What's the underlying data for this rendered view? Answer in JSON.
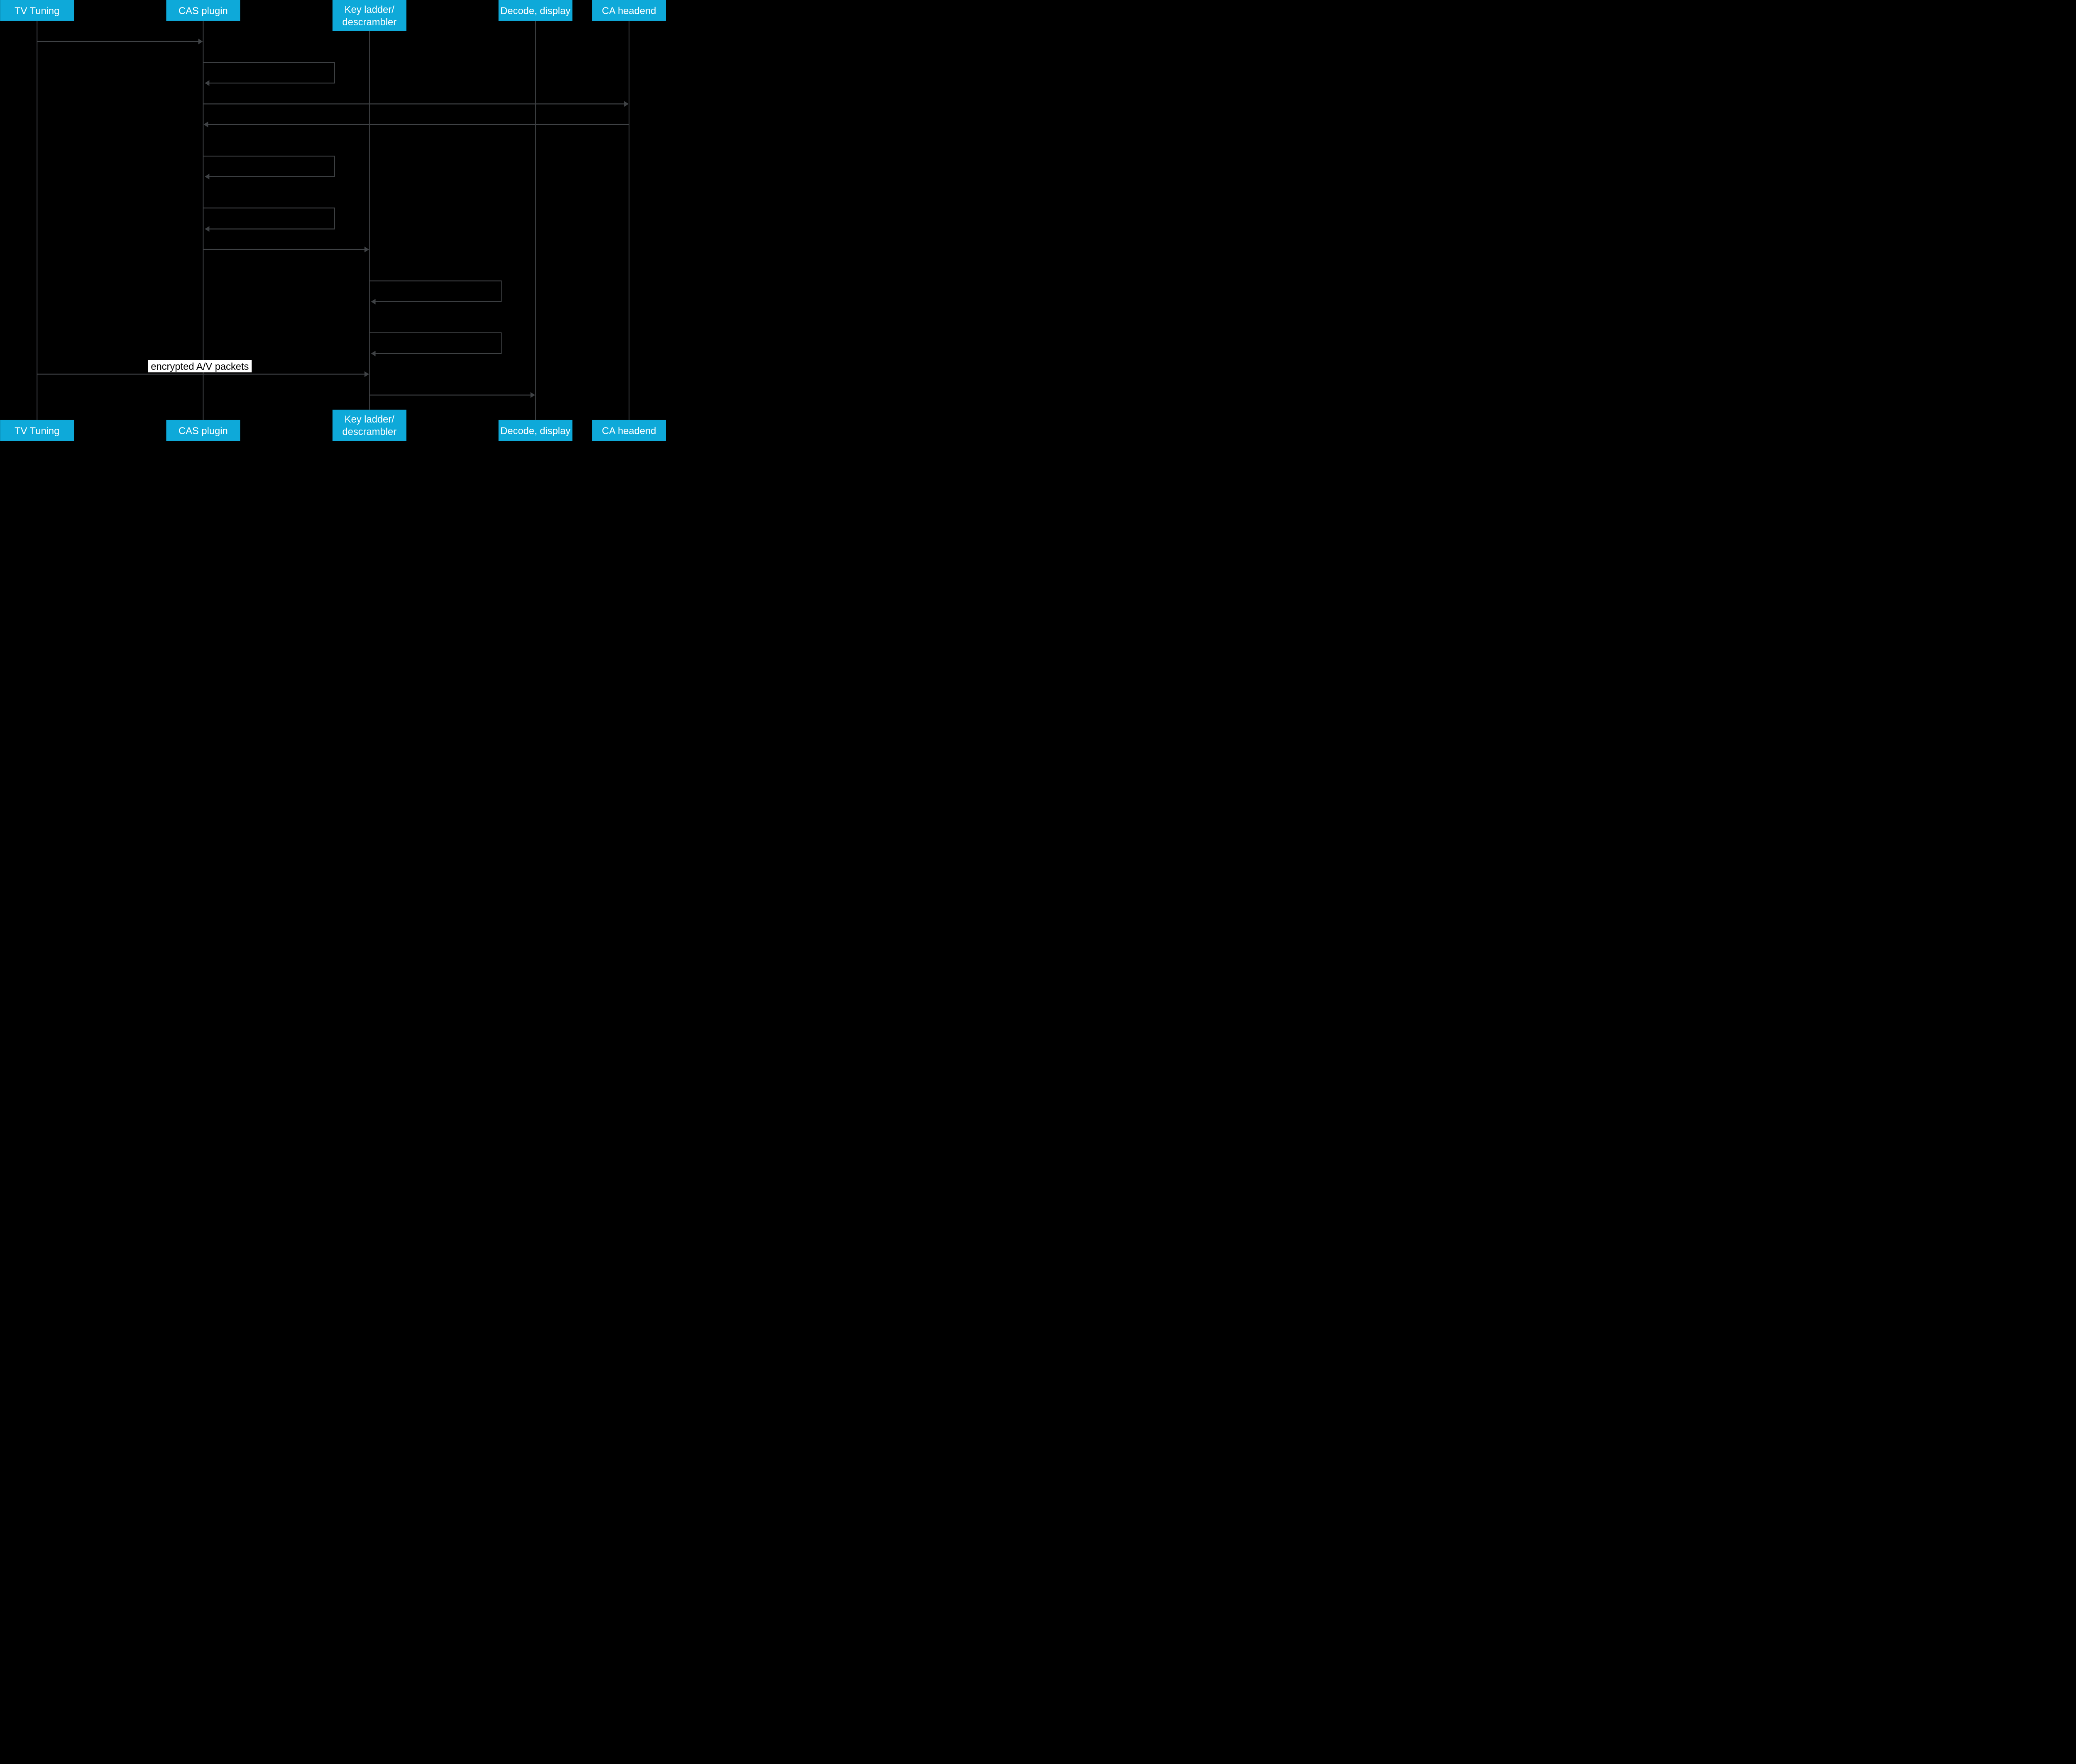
{
  "page": {
    "background": "#000000"
  },
  "diagram": {
    "type": "sequence",
    "colors": {
      "actor_fill": "#0ea9d9",
      "actor_text": "#ffffff",
      "line": "#3f4245",
      "message_label_bg": "#ffffff",
      "message_label_text": "#000000"
    },
    "actors": [
      {
        "id": "tv-tuning",
        "label": "TV Tuning"
      },
      {
        "id": "cas-plugin",
        "label": "CAS plugin"
      },
      {
        "id": "key-ladder-descrambler",
        "label": "Key ladder/ descrambler",
        "line1": "Key ladder/",
        "line2": "descrambler"
      },
      {
        "id": "decode-display",
        "label": "Decode, display"
      },
      {
        "id": "ca-headend",
        "label": "CA headend"
      }
    ],
    "messages": [
      {
        "n": 1,
        "from": "tv-tuning",
        "to": "cas-plugin",
        "kind": "arrow",
        "label": ""
      },
      {
        "n": 2,
        "from": "cas-plugin",
        "to": "cas-plugin",
        "kind": "self",
        "label": ""
      },
      {
        "n": 3,
        "from": "cas-plugin",
        "to": "ca-headend",
        "kind": "arrow",
        "label": ""
      },
      {
        "n": 4,
        "from": "ca-headend",
        "to": "cas-plugin",
        "kind": "arrow",
        "label": ""
      },
      {
        "n": 5,
        "from": "cas-plugin",
        "to": "cas-plugin",
        "kind": "self",
        "label": ""
      },
      {
        "n": 6,
        "from": "cas-plugin",
        "to": "cas-plugin",
        "kind": "self",
        "label": ""
      },
      {
        "n": 7,
        "from": "cas-plugin",
        "to": "key-ladder-descrambler",
        "kind": "arrow",
        "label": ""
      },
      {
        "n": 8,
        "from": "key-ladder-descrambler",
        "to": "key-ladder-descrambler",
        "kind": "self",
        "label": ""
      },
      {
        "n": 9,
        "from": "key-ladder-descrambler",
        "to": "key-ladder-descrambler",
        "kind": "self",
        "label": ""
      },
      {
        "n": 10,
        "from": "tv-tuning",
        "to": "key-ladder-descrambler",
        "kind": "arrow",
        "label": "encrypted A/V packets"
      },
      {
        "n": 11,
        "from": "key-ladder-descrambler",
        "to": "decode-display",
        "kind": "arrow",
        "label": ""
      }
    ]
  }
}
